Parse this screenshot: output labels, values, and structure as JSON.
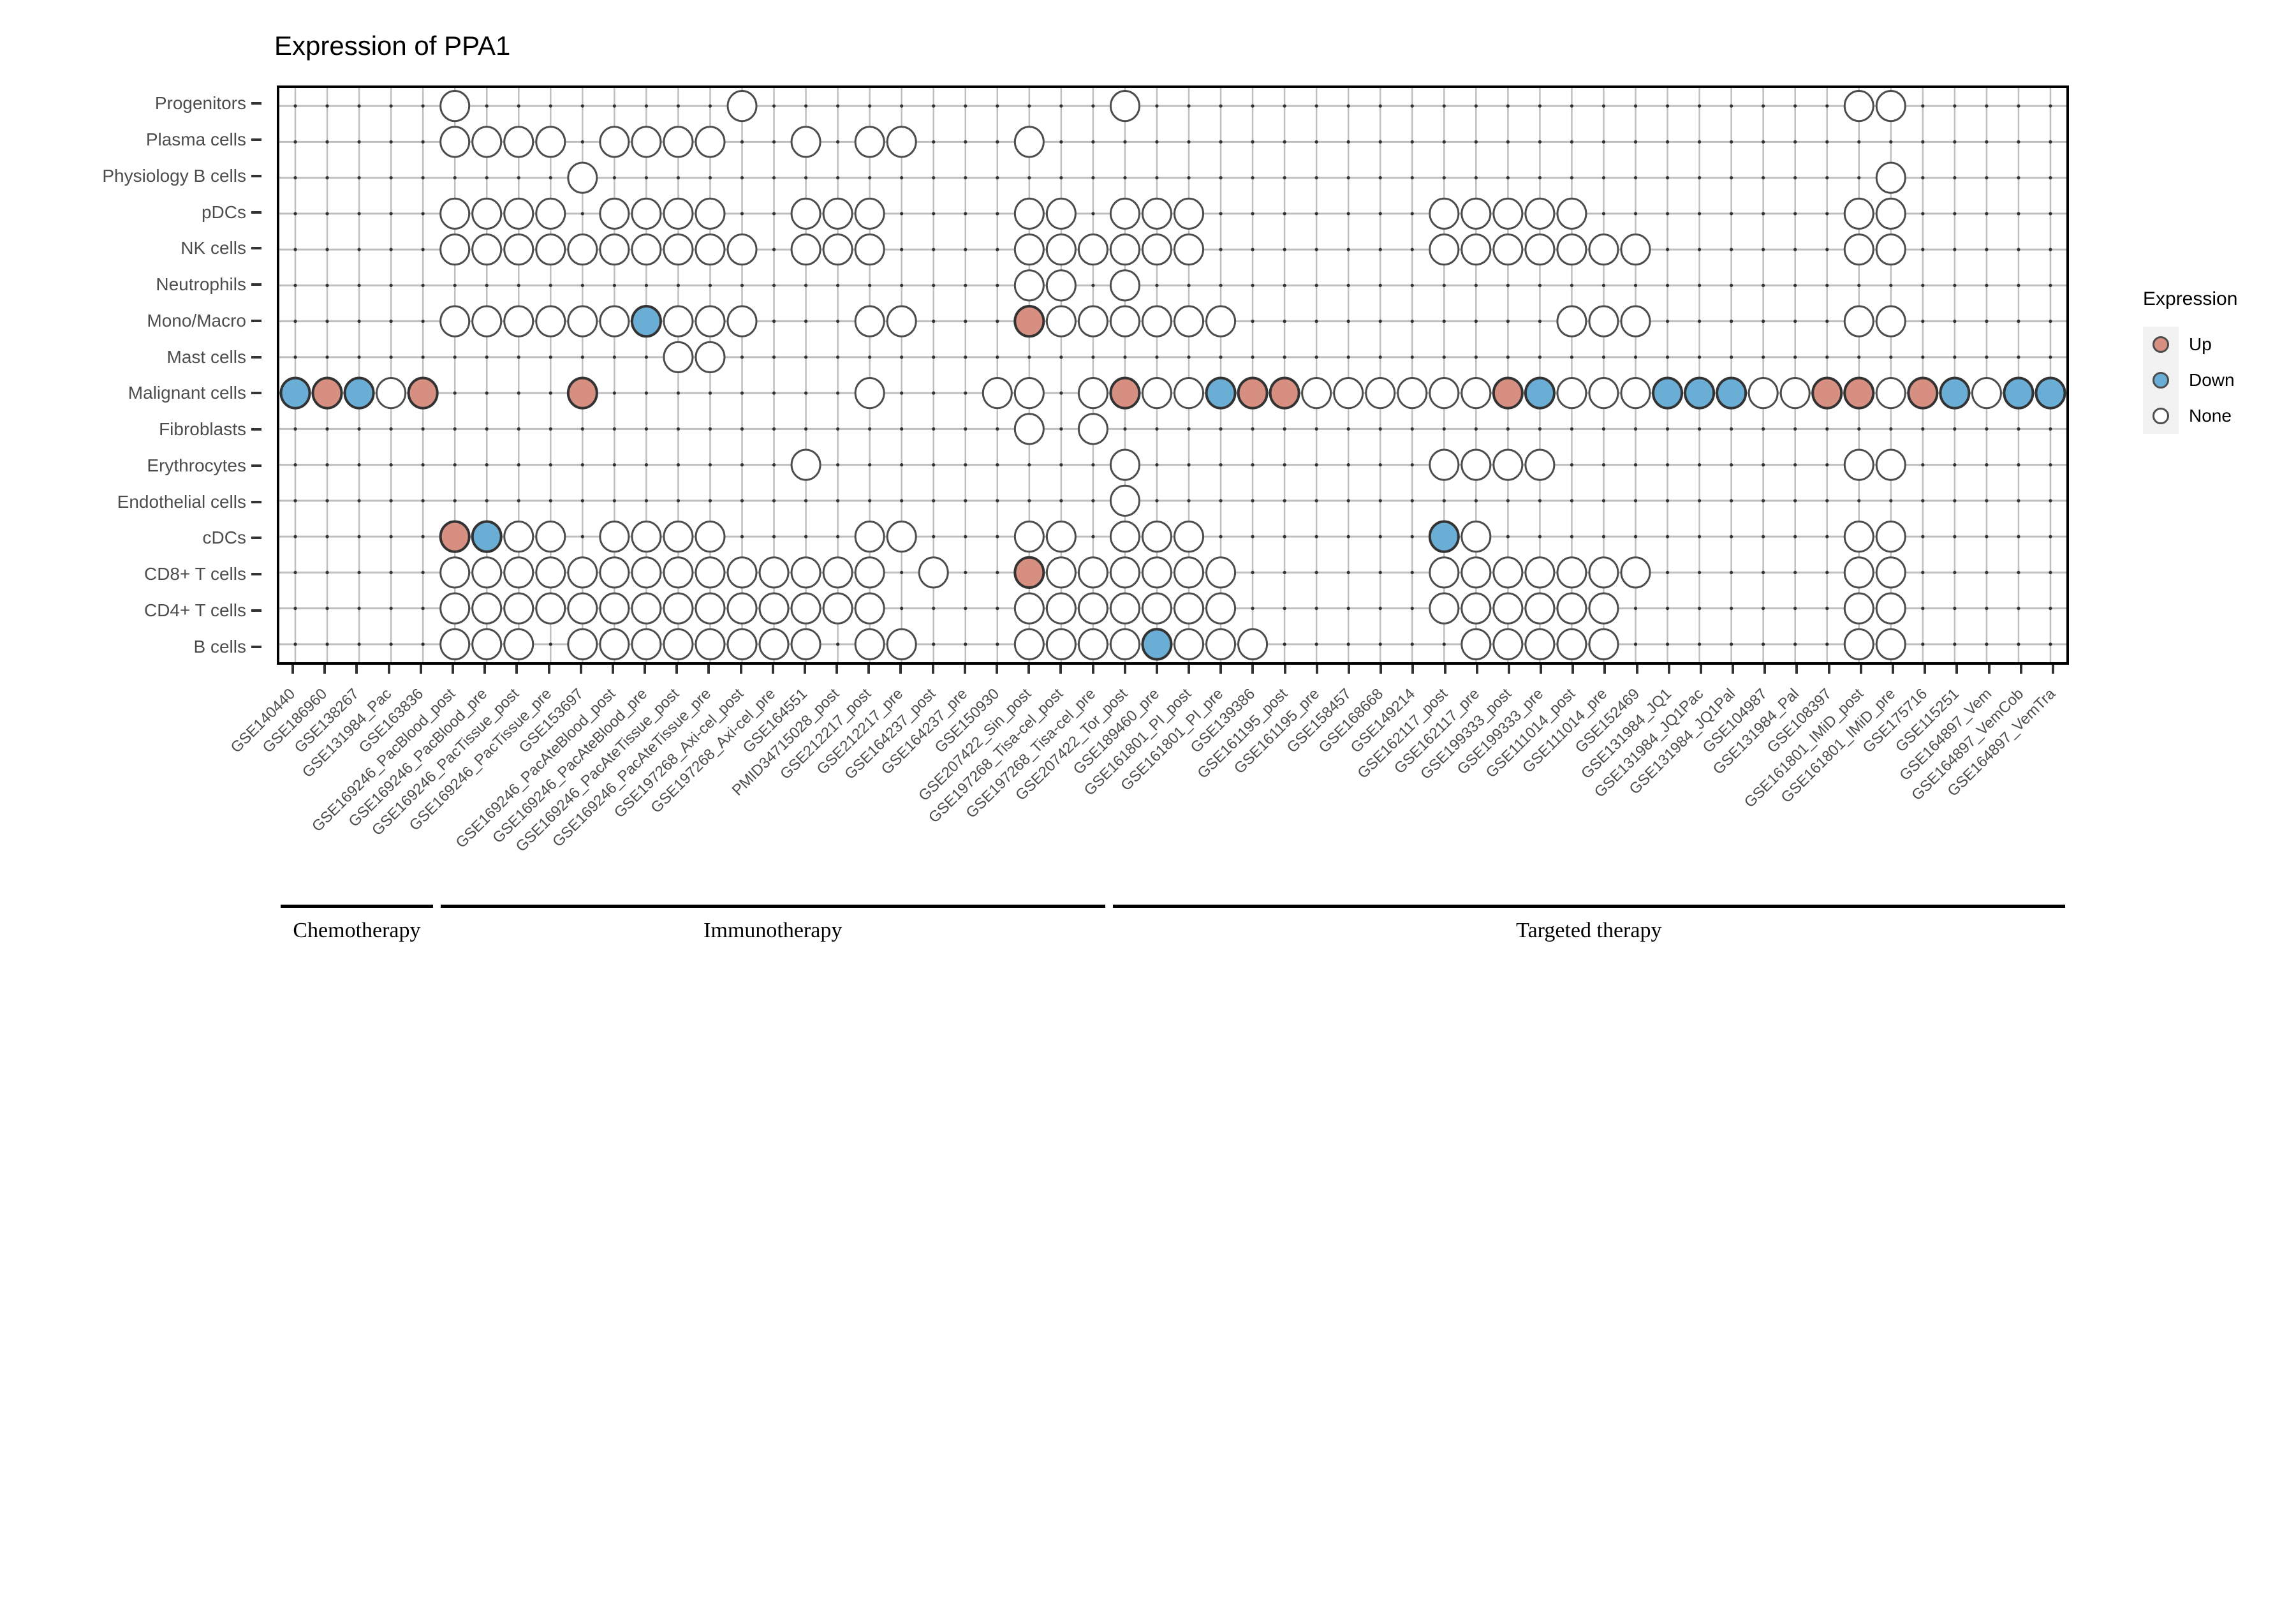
{
  "title": "Expression of PPA1",
  "legend": {
    "title": "Expression",
    "items": [
      {
        "label": "Up",
        "color": "#d78f82"
      },
      {
        "label": "Down",
        "color": "#6aaed6"
      },
      {
        "label": "None",
        "color": "#ffffff"
      }
    ]
  },
  "groups": [
    {
      "label": "Chemotherapy",
      "start": 0,
      "end": 4
    },
    {
      "label": "Immunotherapy",
      "start": 5,
      "end": 25
    },
    {
      "label": "Targeted therapy",
      "start": 26,
      "end": 55
    }
  ],
  "chart_data": {
    "type": "heatmap",
    "title": "Expression of PPA1",
    "xlabel": "",
    "ylabel": "",
    "grid": true,
    "legend_position": "right",
    "value_levels": [
      "Up",
      "Down",
      "None",
      "absent"
    ],
    "colors": {
      "Up": "#d78f82",
      "Down": "#6aaed6",
      "None": "#ffffff",
      "stroke": "#4d4d4d"
    },
    "categories": [
      "GSE140440",
      "GSE186960",
      "GSE138267",
      "GSE131984_Pac",
      "GSE163836",
      "GSE169246_PacBlood_post",
      "GSE169246_PacBlood_pre",
      "GSE169246_PacTissue_post",
      "GSE169246_PacTissue_pre",
      "GSE153697",
      "GSE169246_PacAteBlood_post",
      "GSE169246_PacAteBlood_pre",
      "GSE169246_PacAteTissue_post",
      "GSE169246_PacAteTissue_pre",
      "GSE197268_Axi-cel_post",
      "GSE197268_Axi-cel_pre",
      "GSE164551",
      "PMID34715028_post",
      "GSE212217_post",
      "GSE212217_pre",
      "GSE164237_post",
      "GSE164237_pre",
      "GSE150930",
      "GSE207422_Sin_post",
      "GSE197268_Tisa-cel_post",
      "GSE197268_Tisa-cel_pre",
      "GSE207422_Tor_post",
      "GSE189460_pre",
      "GSE161801_PI_post",
      "GSE161801_PI_pre",
      "GSE139386",
      "GSE161195_post",
      "GSE161195_pre",
      "GSE158457",
      "GSE168668",
      "GSE149214",
      "GSE162117_post",
      "GSE162117_pre",
      "GSE199333_post",
      "GSE199333_pre",
      "GSE111014_post",
      "GSE111014_pre",
      "GSE152469",
      "GSE131984_JQ1",
      "GSE131984_JQ1Pac",
      "GSE131984_JQ1Pal",
      "GSE104987",
      "GSE131984_Pal",
      "GSE108397",
      "GSE161801_IMiD_post",
      "GSE161801_IMiD_pre",
      "GSE175716",
      "GSE115251",
      "GSE164897_Vem",
      "GSE164897_VemCob",
      "GSE164897_VemTra"
    ],
    "rows": [
      "Progenitors",
      "Plasma cells",
      "Physiology B cells",
      "pDCs",
      "NK cells",
      "Neutrophils",
      "Mono/Macro",
      "Mast cells",
      "Malignant cells",
      "Fibroblasts",
      "Erythrocytes",
      "Endothelial cells",
      "cDCs",
      "CD8+ T cells",
      "CD4+ T cells",
      "B cells"
    ],
    "matrix": [
      [
        "absent",
        "absent",
        "absent",
        "absent",
        "absent",
        "None",
        "absent",
        "absent",
        "absent",
        "absent",
        "absent",
        "absent",
        "absent",
        "absent",
        "None",
        "absent",
        "absent",
        "absent",
        "absent",
        "absent",
        "absent",
        "absent",
        "absent",
        "absent",
        "absent",
        "absent",
        "None",
        "absent",
        "absent",
        "absent",
        "absent",
        "absent",
        "absent",
        "absent",
        "absent",
        "absent",
        "absent",
        "absent",
        "absent",
        "absent",
        "absent",
        "absent",
        "absent",
        "absent",
        "absent",
        "absent",
        "absent",
        "absent",
        "absent",
        "None",
        "None",
        "absent",
        "absent",
        "absent",
        "absent",
        "absent"
      ],
      [
        "absent",
        "absent",
        "absent",
        "absent",
        "absent",
        "None",
        "None",
        "None",
        "None",
        "absent",
        "None",
        "None",
        "None",
        "None",
        "absent",
        "absent",
        "None",
        "absent",
        "None",
        "None",
        "absent",
        "absent",
        "absent",
        "None",
        "absent",
        "absent",
        "absent",
        "absent",
        "absent",
        "absent",
        "absent",
        "absent",
        "absent",
        "absent",
        "absent",
        "absent",
        "absent",
        "absent",
        "absent",
        "absent",
        "absent",
        "absent",
        "absent",
        "absent",
        "absent",
        "absent",
        "absent",
        "absent",
        "absent",
        "absent",
        "absent",
        "absent",
        "absent",
        "absent",
        "absent",
        "absent"
      ],
      [
        "absent",
        "absent",
        "absent",
        "absent",
        "absent",
        "absent",
        "absent",
        "absent",
        "absent",
        "None",
        "absent",
        "absent",
        "absent",
        "absent",
        "absent",
        "absent",
        "absent",
        "absent",
        "absent",
        "absent",
        "absent",
        "absent",
        "absent",
        "absent",
        "absent",
        "absent",
        "absent",
        "absent",
        "absent",
        "absent",
        "absent",
        "absent",
        "absent",
        "absent",
        "absent",
        "absent",
        "absent",
        "absent",
        "absent",
        "absent",
        "absent",
        "absent",
        "absent",
        "absent",
        "absent",
        "absent",
        "absent",
        "absent",
        "absent",
        "absent",
        "None",
        "absent",
        "absent",
        "absent",
        "absent",
        "absent"
      ],
      [
        "absent",
        "absent",
        "absent",
        "absent",
        "absent",
        "None",
        "None",
        "None",
        "None",
        "absent",
        "None",
        "None",
        "None",
        "None",
        "absent",
        "absent",
        "None",
        "None",
        "None",
        "absent",
        "absent",
        "absent",
        "absent",
        "None",
        "None",
        "absent",
        "None",
        "None",
        "None",
        "absent",
        "absent",
        "absent",
        "absent",
        "absent",
        "absent",
        "absent",
        "None",
        "None",
        "None",
        "None",
        "None",
        "absent",
        "absent",
        "absent",
        "absent",
        "absent",
        "absent",
        "absent",
        "absent",
        "None",
        "None",
        "absent",
        "absent",
        "absent",
        "absent",
        "absent"
      ],
      [
        "absent",
        "absent",
        "absent",
        "absent",
        "absent",
        "None",
        "None",
        "None",
        "None",
        "None",
        "None",
        "None",
        "None",
        "None",
        "None",
        "absent",
        "None",
        "None",
        "None",
        "absent",
        "absent",
        "absent",
        "absent",
        "None",
        "None",
        "None",
        "None",
        "None",
        "None",
        "absent",
        "absent",
        "absent",
        "absent",
        "absent",
        "absent",
        "absent",
        "None",
        "None",
        "None",
        "None",
        "None",
        "None",
        "None",
        "absent",
        "absent",
        "absent",
        "absent",
        "absent",
        "absent",
        "None",
        "None",
        "absent",
        "absent",
        "absent",
        "absent",
        "absent"
      ],
      [
        "absent",
        "absent",
        "absent",
        "absent",
        "absent",
        "absent",
        "absent",
        "absent",
        "absent",
        "absent",
        "absent",
        "absent",
        "absent",
        "absent",
        "absent",
        "absent",
        "absent",
        "absent",
        "absent",
        "absent",
        "absent",
        "absent",
        "absent",
        "None",
        "None",
        "absent",
        "None",
        "absent",
        "absent",
        "absent",
        "absent",
        "absent",
        "absent",
        "absent",
        "absent",
        "absent",
        "absent",
        "absent",
        "absent",
        "absent",
        "absent",
        "absent",
        "absent",
        "absent",
        "absent",
        "absent",
        "absent",
        "absent",
        "absent",
        "absent",
        "absent",
        "absent",
        "absent",
        "absent",
        "absent",
        "absent"
      ],
      [
        "absent",
        "absent",
        "absent",
        "absent",
        "absent",
        "None",
        "None",
        "None",
        "None",
        "None",
        "None",
        "Down",
        "None",
        "None",
        "None",
        "absent",
        "absent",
        "absent",
        "None",
        "None",
        "absent",
        "absent",
        "absent",
        "Up",
        "None",
        "None",
        "None",
        "None",
        "None",
        "None",
        "absent",
        "absent",
        "absent",
        "absent",
        "absent",
        "absent",
        "absent",
        "absent",
        "absent",
        "absent",
        "None",
        "None",
        "None",
        "absent",
        "absent",
        "absent",
        "absent",
        "absent",
        "absent",
        "None",
        "None",
        "absent",
        "absent",
        "absent",
        "absent",
        "absent"
      ],
      [
        "absent",
        "absent",
        "absent",
        "absent",
        "absent",
        "absent",
        "absent",
        "absent",
        "absent",
        "absent",
        "absent",
        "absent",
        "None",
        "None",
        "absent",
        "absent",
        "absent",
        "absent",
        "absent",
        "absent",
        "absent",
        "absent",
        "absent",
        "absent",
        "absent",
        "absent",
        "absent",
        "absent",
        "absent",
        "absent",
        "absent",
        "absent",
        "absent",
        "absent",
        "absent",
        "absent",
        "absent",
        "absent",
        "absent",
        "absent",
        "absent",
        "absent",
        "absent",
        "absent",
        "absent",
        "absent",
        "absent",
        "absent",
        "absent",
        "absent",
        "absent",
        "absent",
        "absent",
        "absent",
        "absent",
        "absent"
      ],
      [
        "Down",
        "Up",
        "Down",
        "None",
        "Up",
        "absent",
        "absent",
        "absent",
        "absent",
        "Up",
        "absent",
        "absent",
        "absent",
        "absent",
        "absent",
        "absent",
        "absent",
        "absent",
        "None",
        "absent",
        "absent",
        "absent",
        "None",
        "None",
        "absent",
        "None",
        "Up",
        "None",
        "None",
        "Down",
        "Up",
        "Up",
        "None",
        "None",
        "None",
        "None",
        "None",
        "None",
        "Up",
        "Down",
        "None",
        "None",
        "None",
        "Down",
        "Down",
        "Down",
        "None",
        "None",
        "Up",
        "Up",
        "None",
        "Up",
        "Down",
        "None",
        "Down",
        "Down"
      ],
      [
        "absent",
        "absent",
        "absent",
        "absent",
        "absent",
        "absent",
        "absent",
        "absent",
        "absent",
        "absent",
        "absent",
        "absent",
        "absent",
        "absent",
        "absent",
        "absent",
        "absent",
        "absent",
        "absent",
        "absent",
        "absent",
        "absent",
        "absent",
        "None",
        "absent",
        "None",
        "absent",
        "absent",
        "absent",
        "absent",
        "absent",
        "absent",
        "absent",
        "absent",
        "absent",
        "absent",
        "absent",
        "absent",
        "absent",
        "absent",
        "absent",
        "absent",
        "absent",
        "absent",
        "absent",
        "absent",
        "absent",
        "absent",
        "absent",
        "absent",
        "absent",
        "absent",
        "absent",
        "absent",
        "absent",
        "absent"
      ],
      [
        "absent",
        "absent",
        "absent",
        "absent",
        "absent",
        "absent",
        "absent",
        "absent",
        "absent",
        "absent",
        "absent",
        "absent",
        "absent",
        "absent",
        "absent",
        "absent",
        "None",
        "absent",
        "absent",
        "absent",
        "absent",
        "absent",
        "absent",
        "absent",
        "absent",
        "absent",
        "None",
        "absent",
        "absent",
        "absent",
        "absent",
        "absent",
        "absent",
        "absent",
        "absent",
        "absent",
        "None",
        "None",
        "None",
        "None",
        "absent",
        "absent",
        "absent",
        "absent",
        "absent",
        "absent",
        "absent",
        "absent",
        "absent",
        "None",
        "None",
        "absent",
        "absent",
        "absent",
        "absent",
        "absent"
      ],
      [
        "absent",
        "absent",
        "absent",
        "absent",
        "absent",
        "absent",
        "absent",
        "absent",
        "absent",
        "absent",
        "absent",
        "absent",
        "absent",
        "absent",
        "absent",
        "absent",
        "absent",
        "absent",
        "absent",
        "absent",
        "absent",
        "absent",
        "absent",
        "absent",
        "absent",
        "absent",
        "None",
        "absent",
        "absent",
        "absent",
        "absent",
        "absent",
        "absent",
        "absent",
        "absent",
        "absent",
        "absent",
        "absent",
        "absent",
        "absent",
        "absent",
        "absent",
        "absent",
        "absent",
        "absent",
        "absent",
        "absent",
        "absent",
        "absent",
        "absent",
        "absent",
        "absent",
        "absent",
        "absent",
        "absent",
        "absent"
      ],
      [
        "absent",
        "absent",
        "absent",
        "absent",
        "absent",
        "Up",
        "Down",
        "None",
        "None",
        "absent",
        "None",
        "None",
        "None",
        "None",
        "absent",
        "absent",
        "absent",
        "absent",
        "None",
        "None",
        "absent",
        "absent",
        "absent",
        "None",
        "None",
        "absent",
        "None",
        "None",
        "None",
        "absent",
        "absent",
        "absent",
        "absent",
        "absent",
        "absent",
        "absent",
        "Down",
        "None",
        "absent",
        "absent",
        "absent",
        "absent",
        "absent",
        "absent",
        "absent",
        "absent",
        "absent",
        "absent",
        "absent",
        "None",
        "None",
        "absent",
        "absent",
        "absent",
        "absent",
        "absent"
      ],
      [
        "absent",
        "absent",
        "absent",
        "absent",
        "absent",
        "None",
        "None",
        "None",
        "None",
        "None",
        "None",
        "None",
        "None",
        "None",
        "None",
        "None",
        "None",
        "None",
        "None",
        "absent",
        "None",
        "absent",
        "absent",
        "Up",
        "None",
        "None",
        "None",
        "None",
        "None",
        "None",
        "absent",
        "absent",
        "absent",
        "absent",
        "absent",
        "absent",
        "None",
        "None",
        "None",
        "None",
        "None",
        "None",
        "None",
        "absent",
        "absent",
        "absent",
        "absent",
        "absent",
        "absent",
        "None",
        "None",
        "absent",
        "absent",
        "absent",
        "absent",
        "absent"
      ],
      [
        "absent",
        "absent",
        "absent",
        "absent",
        "absent",
        "None",
        "None",
        "None",
        "None",
        "None",
        "None",
        "None",
        "None",
        "None",
        "None",
        "None",
        "None",
        "None",
        "None",
        "absent",
        "absent",
        "absent",
        "absent",
        "None",
        "None",
        "None",
        "None",
        "None",
        "None",
        "None",
        "absent",
        "absent",
        "absent",
        "absent",
        "absent",
        "absent",
        "None",
        "None",
        "None",
        "None",
        "None",
        "None",
        "absent",
        "absent",
        "absent",
        "absent",
        "absent",
        "absent",
        "absent",
        "None",
        "None",
        "absent",
        "absent",
        "absent",
        "absent",
        "absent"
      ],
      [
        "absent",
        "absent",
        "absent",
        "absent",
        "absent",
        "None",
        "None",
        "None",
        "absent",
        "None",
        "None",
        "None",
        "None",
        "None",
        "None",
        "None",
        "None",
        "absent",
        "None",
        "None",
        "absent",
        "absent",
        "absent",
        "None",
        "None",
        "None",
        "None",
        "Down",
        "None",
        "None",
        "None",
        "absent",
        "absent",
        "absent",
        "absent",
        "absent",
        "absent",
        "None",
        "None",
        "None",
        "None",
        "None",
        "absent",
        "absent",
        "absent",
        "absent",
        "absent",
        "absent",
        "absent",
        "None",
        "None",
        "absent",
        "absent",
        "absent",
        "absent",
        "absent"
      ]
    ]
  }
}
